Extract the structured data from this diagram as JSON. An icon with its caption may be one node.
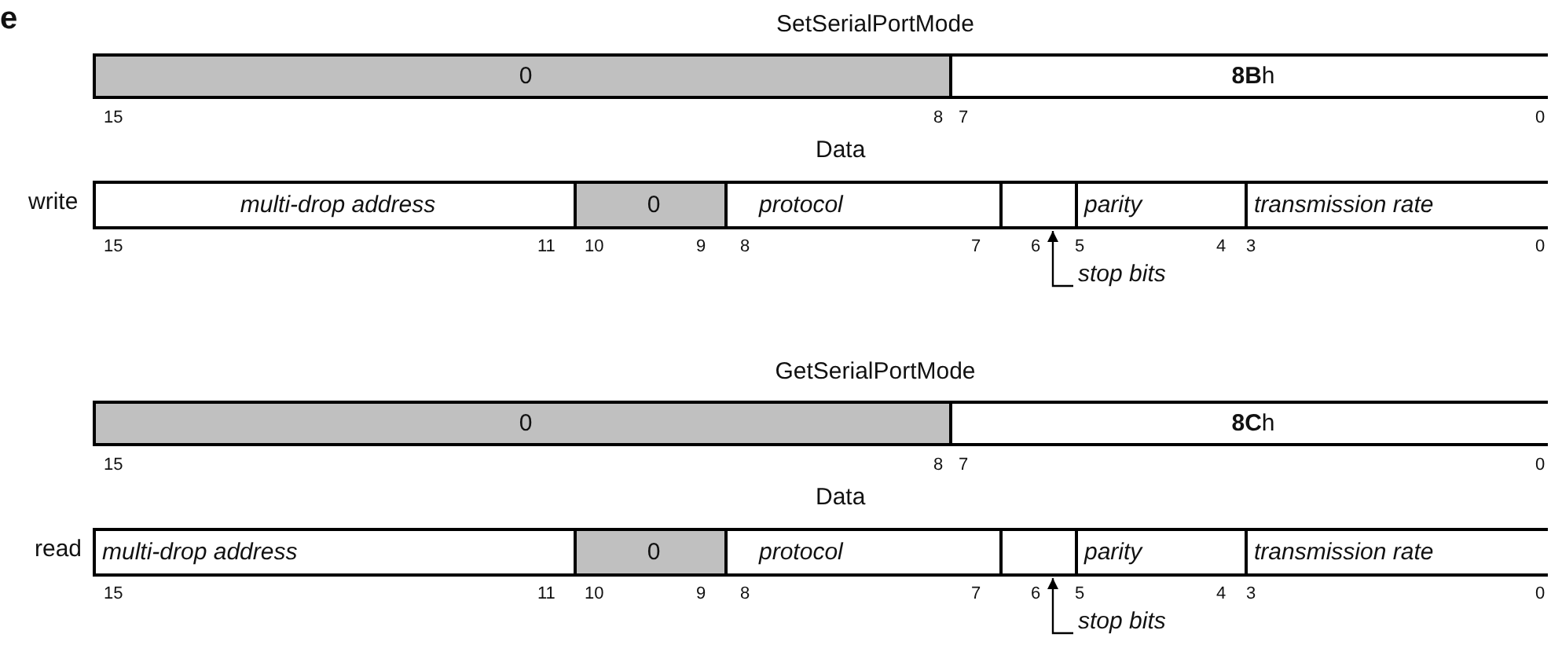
{
  "diagram": {
    "nodes": [
      {
        "text": [
          "0"
        ]
      },
      {
        "text": [
          "**8B**h"
        ]
      },
      {
        "text": [
          "multi-drop address"
        ]
      },
      {
        "text": [
          "0"
        ]
      },
      {
        "text": [
          "protocol"
        ]
      },
      {
        "text": [],
        "shape": "box"
      },
      {
        "text": [
          "parity"
        ]
      },
      {
        "text": [
          "transmission rate"
        ]
      },
      {
        "text": [
          "stop bits"
        ]
      },
      {
        "text": [
          "0"
        ]
      },
      {
        "text": [
          "**8C**h"
        ]
      },
      {
        "text": [
          "multi-drop address"
        ]
      },
      {
        "text": [
          "0"
        ]
      },
      {
        "text": [
          "protocol"
        ]
      },
      {
        "text": [],
        "shape": "box"
      },
      {
        "text": [
          "parity"
        ]
      },
      {
        "text": [
          "transmission rate"
        ]
      },
      {
        "text": [
          "stop bits"
        ]
      }
    ],
    "edges": [
      {
        "from": 8,
        "to": 5,
        "arrow": "to"
      },
      {
        "from": 17,
        "to": 14,
        "arrow": "to"
      }
    ],
    "labels": [
      "e",
      "SetSerialPortMode",
      "15",
      "8",
      "7",
      "0",
      "Data",
      "write",
      "15",
      "11",
      "10",
      "9",
      "8",
      "7",
      "6",
      "5",
      "4",
      "3",
      "0",
      "GetSerialPortMode",
      "15",
      "8",
      "7",
      "0",
      "Data",
      "read",
      "15",
      "11",
      "10",
      "9",
      "8",
      "7",
      "6",
      "5",
      "4",
      "3",
      "0"
    ]
  }
}
